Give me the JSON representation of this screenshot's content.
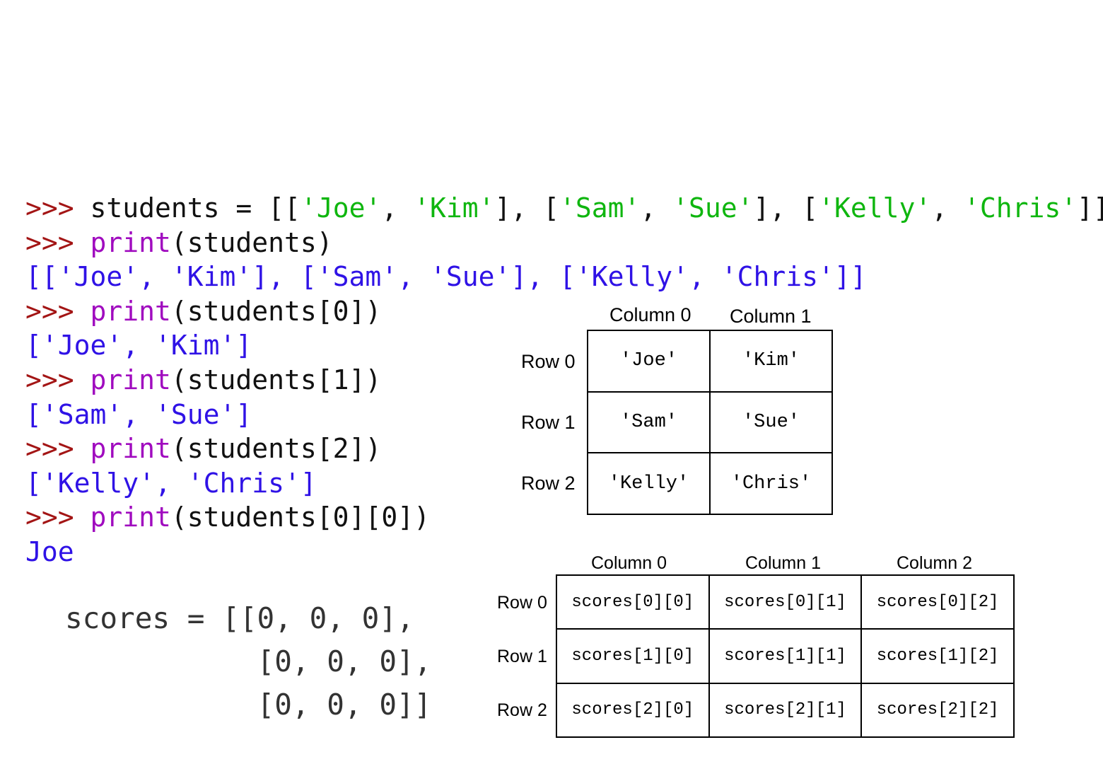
{
  "code_lines": [
    [
      {
        "t": ">>> ",
        "c": "prompt"
      },
      {
        "t": "students = [[",
        "c": "plain"
      },
      {
        "t": "'Joe'",
        "c": "str"
      },
      {
        "t": ", ",
        "c": "plain"
      },
      {
        "t": "'Kim'",
        "c": "str"
      },
      {
        "t": "], [",
        "c": "plain"
      },
      {
        "t": "'Sam'",
        "c": "str"
      },
      {
        "t": ", ",
        "c": "plain"
      },
      {
        "t": "'Sue'",
        "c": "str"
      },
      {
        "t": "], [",
        "c": "plain"
      },
      {
        "t": "'Kelly'",
        "c": "str"
      },
      {
        "t": ", ",
        "c": "plain"
      },
      {
        "t": "'Chris'",
        "c": "str"
      },
      {
        "t": "]]",
        "c": "plain"
      }
    ],
    [
      {
        "t": ">>> ",
        "c": "prompt"
      },
      {
        "t": "print",
        "c": "kw"
      },
      {
        "t": "(students)",
        "c": "plain"
      }
    ],
    [
      {
        "t": "[['Joe', 'Kim'], ['Sam', 'Sue'], ['Kelly', 'Chris']]",
        "c": "out"
      }
    ],
    [
      {
        "t": ">>> ",
        "c": "prompt"
      },
      {
        "t": "print",
        "c": "kw"
      },
      {
        "t": "(students[0])",
        "c": "plain"
      }
    ],
    [
      {
        "t": "['Joe', 'Kim']",
        "c": "out"
      }
    ],
    [
      {
        "t": ">>> ",
        "c": "prompt"
      },
      {
        "t": "print",
        "c": "kw"
      },
      {
        "t": "(students[1])",
        "c": "plain"
      }
    ],
    [
      {
        "t": "['Sam', 'Sue']",
        "c": "out"
      }
    ],
    [
      {
        "t": ">>> ",
        "c": "prompt"
      },
      {
        "t": "print",
        "c": "kw"
      },
      {
        "t": "(students[2])",
        "c": "plain"
      }
    ],
    [
      {
        "t": "['Kelly', 'Chris']",
        "c": "out"
      }
    ],
    [
      {
        "t": ">>> ",
        "c": "prompt"
      },
      {
        "t": "print",
        "c": "kw"
      },
      {
        "t": "(students[0][0])",
        "c": "plain"
      }
    ],
    [
      {
        "t": "Joe",
        "c": "out"
      }
    ]
  ],
  "scores_code": [
    "scores = [[0, 0, 0],",
    "           [0, 0, 0],",
    "           [0, 0, 0]]"
  ],
  "students_grid": {
    "columns": [
      "Column 0",
      "Column 1"
    ],
    "rows": [
      "Row 0",
      "Row 1",
      "Row 2"
    ],
    "cells": [
      [
        "'Joe'",
        "'Kim'"
      ],
      [
        "'Sam'",
        "'Sue'"
      ],
      [
        "'Kelly'",
        "'Chris'"
      ]
    ]
  },
  "scores_grid": {
    "columns": [
      "Column 0",
      "Column 1",
      "Column 2"
    ],
    "rows": [
      "Row 0",
      "Row 1",
      "Row 2"
    ],
    "cells": [
      [
        "scores[0][0]",
        "scores[0][1]",
        "scores[0][2]"
      ],
      [
        "scores[1][0]",
        "scores[1][1]",
        "scores[1][2]"
      ],
      [
        "scores[2][0]",
        "scores[2][1]",
        "scores[2][2]"
      ]
    ]
  },
  "colors": {
    "prompt": "#a31515",
    "keyword": "#a00bbf",
    "string": "#0fb60f",
    "output": "#2f12e6",
    "plain": "#111111"
  }
}
